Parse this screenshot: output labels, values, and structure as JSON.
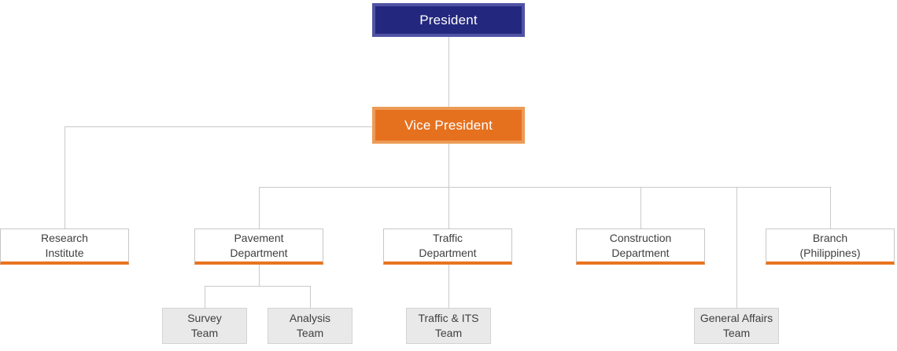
{
  "palette": {
    "president_fill": "#24277e",
    "president_border": "#5053a4",
    "vice_president_fill": "#e5711f",
    "vice_president_border": "#ed9b56",
    "department_underline": "#e87520",
    "department_border": "#c7c7c7",
    "team_fill": "#e9e9e9",
    "team_border": "#d3d3d3",
    "connector_line": "#c9c9c9",
    "label_text": "#3f3f3f",
    "exec_text": "#ffffff"
  },
  "org_chart": {
    "type": "organization-chart",
    "president": {
      "label": "President"
    },
    "vice_president": {
      "label": "Vice President",
      "reports_to": "President"
    },
    "departments": [
      {
        "id": "research-institute",
        "line1": "Research",
        "line2": "Institute",
        "reports_to": "Vice President"
      },
      {
        "id": "pavement-department",
        "line1": "Pavement",
        "line2": "Department",
        "reports_to": "Vice President"
      },
      {
        "id": "traffic-department",
        "line1": "Traffic",
        "line2": "Department",
        "reports_to": "Vice President"
      },
      {
        "id": "construction-department",
        "line1": "Construction",
        "line2": "Department",
        "reports_to": "Vice President"
      },
      {
        "id": "branch-philippines",
        "line1": "Branch",
        "line2": "(Philippines)",
        "reports_to": "Vice President"
      }
    ],
    "teams": [
      {
        "id": "survey-team",
        "line1": "Survey",
        "line2": "Team",
        "reports_to": "Pavement Department"
      },
      {
        "id": "analysis-team",
        "line1": "Analysis",
        "line2": "Team",
        "reports_to": "Pavement Department"
      },
      {
        "id": "traffic-its-team",
        "line1": "Traffic & ITS",
        "line2": "Team",
        "reports_to": "Traffic Department"
      },
      {
        "id": "general-affairs-team",
        "line1": "General Affairs",
        "line2": "Team",
        "reports_to": "Vice President"
      }
    ]
  }
}
